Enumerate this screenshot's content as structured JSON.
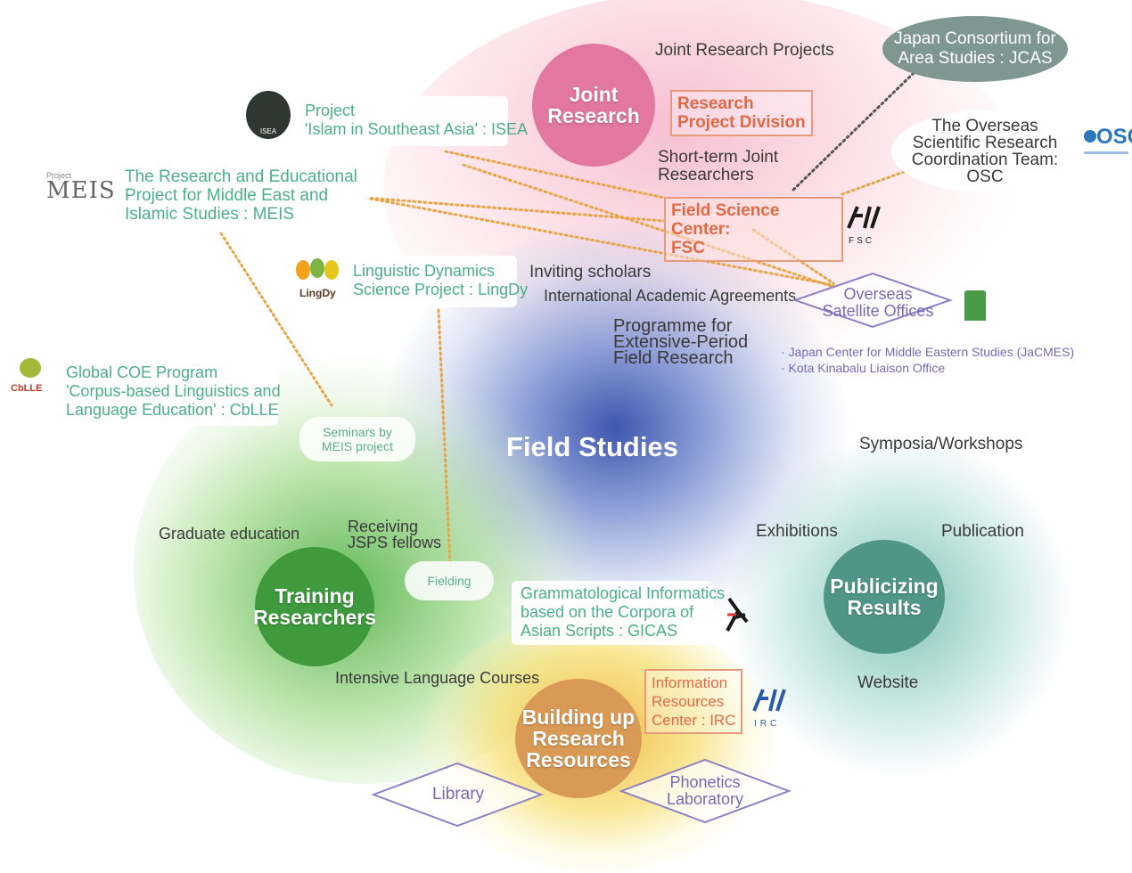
{
  "center": {
    "label": "Field Studies"
  },
  "joint_research": {
    "circle": [
      "Joint",
      "Research"
    ],
    "projects": "Joint Research Projects",
    "division_box": [
      "Research",
      "Project Division"
    ],
    "short_term": [
      "Short-term Joint",
      "Researchers"
    ]
  },
  "jcas": [
    "Japan Consortium for",
    "Area Studies : JCAS"
  ],
  "osc": {
    "lines": [
      "The Overseas",
      "Scientific Research",
      "Coordination Team:",
      "OSC"
    ],
    "logo_text": "OSC"
  },
  "fsc": {
    "box": [
      "Field Science Center:",
      "FSC"
    ],
    "logo_sub": "FSC"
  },
  "isea": {
    "lines": [
      "Project",
      "'Islam in Southeast Asia' : ISEA"
    ],
    "logo_text": "ISEA"
  },
  "meis": {
    "lines": [
      "The Research and Educational",
      "Project for Middle East and",
      "Islamic Studies : MEIS"
    ],
    "logo_small": "Project",
    "logo_text": "MEIS"
  },
  "lingdy": {
    "lines": [
      "Linguistic Dynamics",
      "Science Project : LingDy"
    ],
    "logo_text": "LingDy"
  },
  "cblle": {
    "lines": [
      "Global COE Program",
      "'Corpus-based Linguistics and",
      "Language Education' : CbLLE"
    ],
    "logo_text": "CbLLE"
  },
  "inviting": "Inviting scholars",
  "agreements": "International Academic Agreements",
  "programme": [
    "Programme for",
    "Extensive-Period",
    "Field Research"
  ],
  "satellite": {
    "diamond": [
      "Overseas",
      "Satellite Offices"
    ],
    "items": [
      "· Japan Center for Middle Eastern Studies (JaCMES)",
      "· Kota Kinabalu Liaison Office"
    ]
  },
  "seminars": [
    "Seminars by",
    "MEIS project"
  ],
  "training": {
    "circle": [
      "Training",
      "Researchers"
    ],
    "graduate": "Graduate education",
    "jsps": [
      "Receiving",
      "JSPS fellows"
    ],
    "fielding": "Fielding",
    "intensive": "Intensive Language Courses"
  },
  "gicas": [
    "Grammatological Informatics",
    "based on the Corpora of",
    "Asian Scripts : GICAS"
  ],
  "publicizing": {
    "circle": [
      "Publicizing",
      "Results"
    ],
    "symposia": "Symposia/Workshops",
    "exhibitions": "Exhibitions",
    "publication": "Publication",
    "website": "Website"
  },
  "building": {
    "circle": [
      "Building up",
      "Research",
      "Resources"
    ],
    "irc_box": [
      "Information",
      "Resources",
      "Center : IRC"
    ],
    "irc_logo_sub": "IRC",
    "library": "Library",
    "phonetics": [
      "Phonetics",
      "Laboratory"
    ]
  },
  "colors": {
    "pink": "#e2789f",
    "green": "#3e9a3c",
    "teal": "#4f9689",
    "orange": "#d89a55",
    "blue": "#3c57a8",
    "box_border": "#e69b7c",
    "dotted": "#e8a64a"
  }
}
